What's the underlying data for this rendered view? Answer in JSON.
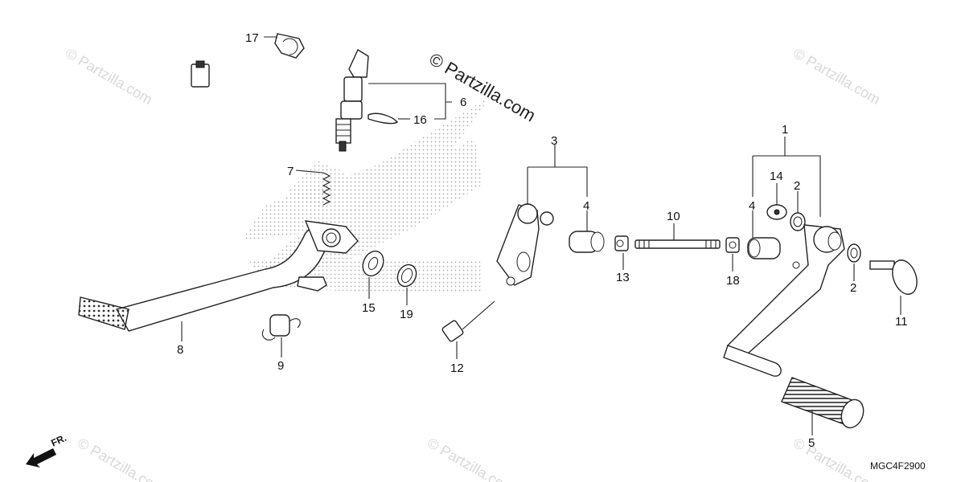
{
  "diagram": {
    "watermark_main": "© Partzilla.com",
    "watermark_faint": "© Partzilla.com",
    "diagram_code": "MGC4F2900",
    "front_indicator": "FR.",
    "callouts": {
      "c1": "1",
      "c2a": "2",
      "c2b": "2",
      "c3": "3",
      "c4a": "4",
      "c4b": "4",
      "c5": "5",
      "c6": "6",
      "c7": "7",
      "c8": "8",
      "c9": "9",
      "c10": "10",
      "c11": "11",
      "c12": "12",
      "c13": "13",
      "c14": "14",
      "c15": "15",
      "c16": "16",
      "c17": "17",
      "c18": "18",
      "c19": "19"
    }
  }
}
